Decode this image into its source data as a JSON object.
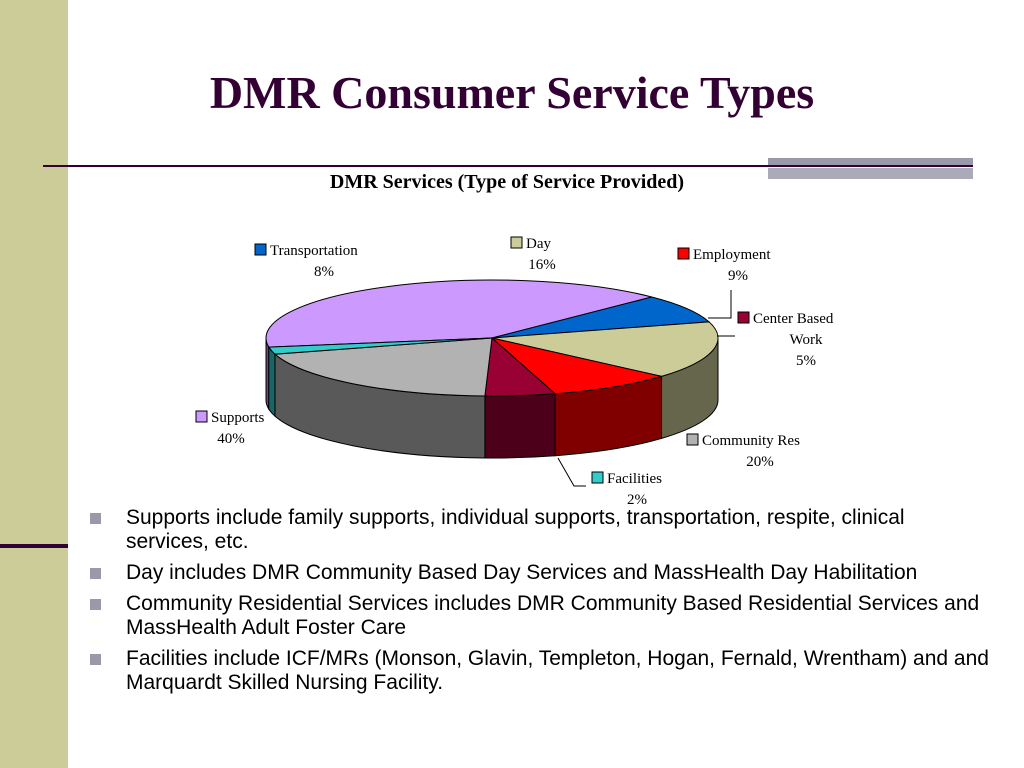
{
  "slide": {
    "title": "DMR Consumer Service Types"
  },
  "colors": {
    "title": "#330033",
    "accent_band": "#cccc99",
    "bullet_marker": "#9999aa"
  },
  "chart_data": {
    "type": "pie",
    "title": "DMR Services (Type of Service Provided)",
    "three_d": true,
    "slices": [
      {
        "label": "Supports",
        "percent_label": "40%",
        "value": 40,
        "color": "#cc99ff",
        "side_color": "#664c80"
      },
      {
        "label": "Transportation",
        "percent_label": "8%",
        "value": 8,
        "color": "#0066cc",
        "side_color": "#003366"
      },
      {
        "label": "Day",
        "percent_label": "16%",
        "value": 16,
        "color": "#cccc99",
        "side_color": "#66664c"
      },
      {
        "label": "Employment",
        "percent_label": "9%",
        "value": 9,
        "color": "#ff0000",
        "side_color": "#800000"
      },
      {
        "label": "Center Based Work",
        "percent_label": "5%",
        "value": 5,
        "color": "#990033",
        "side_color": "#4c001a"
      },
      {
        "label": "Community Res",
        "percent_label": "20%",
        "value": 20,
        "color": "#b2b2b2",
        "side_color": "#595959"
      },
      {
        "label": "Facilities",
        "percent_label": "2%",
        "value": 2,
        "color": "#33cccc",
        "side_color": "#1a6666"
      }
    ]
  },
  "bullets": [
    "Supports include family supports, individual supports, transportation, respite, clinical services, etc.",
    "Day includes DMR Community Based Day Services and MassHealth Day Habilitation",
    "Community Residential Services includes DMR Community Based Residential Services and MassHealth Adult Foster Care",
    "Facilities include ICF/MRs (Monson, Glavin, Templeton, Hogan, Fernald, Wrentham) and and Marquardt Skilled Nursing Facility."
  ]
}
